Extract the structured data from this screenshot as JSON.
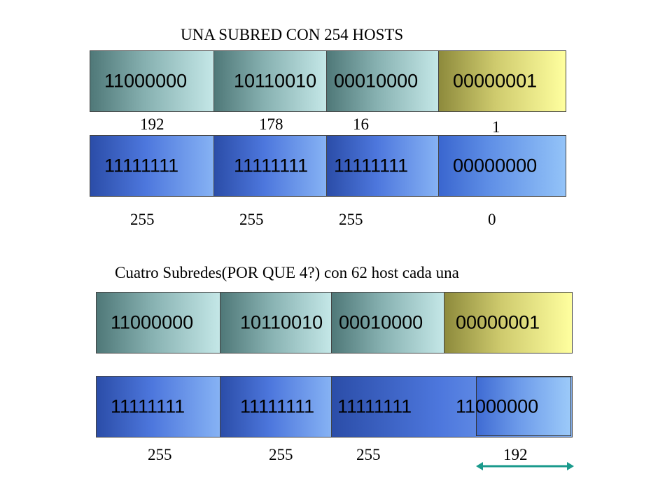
{
  "section1": {
    "title": "UNA SUBRED CON 254 HOSTS",
    "address_bits": [
      "11000000",
      "10110010",
      "00010000",
      "00000001"
    ],
    "address_decimals": [
      "192",
      "178",
      "16",
      "1"
    ],
    "mask_bits": [
      "11111111",
      "11111111",
      "11111111",
      "00000000"
    ],
    "mask_decimals": [
      "255",
      "255",
      "255",
      "0"
    ]
  },
  "section2": {
    "title": "Cuatro Subredes(POR QUE 4?) con 62 host cada una",
    "address_bits": [
      "11000000",
      "10110010",
      "00010000",
      "00000001"
    ],
    "mask_bits": [
      "11111111",
      "11111111",
      "11111111",
      "11000000"
    ],
    "mask_decimals": [
      "255",
      "255",
      "255",
      "192"
    ]
  },
  "colors": {
    "network_octet": "#87b1b1",
    "host_octet": "#cfcb6e",
    "mask_octet": "#4d77dd",
    "mask_zero_octet": "#86b2f4",
    "arrow": "#1a9a8c"
  },
  "icons": [
    "double-headed-arrow-icon"
  ]
}
